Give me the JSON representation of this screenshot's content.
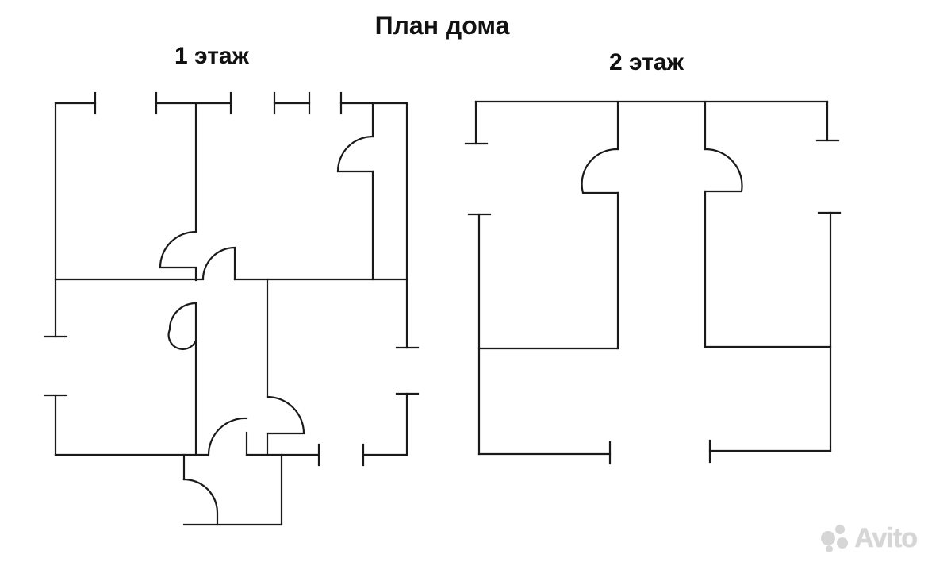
{
  "header": {
    "title": "План дома"
  },
  "floors": [
    {
      "label": "1 этаж"
    },
    {
      "label": "2 этаж"
    }
  ],
  "watermark": {
    "text": "Avito"
  }
}
